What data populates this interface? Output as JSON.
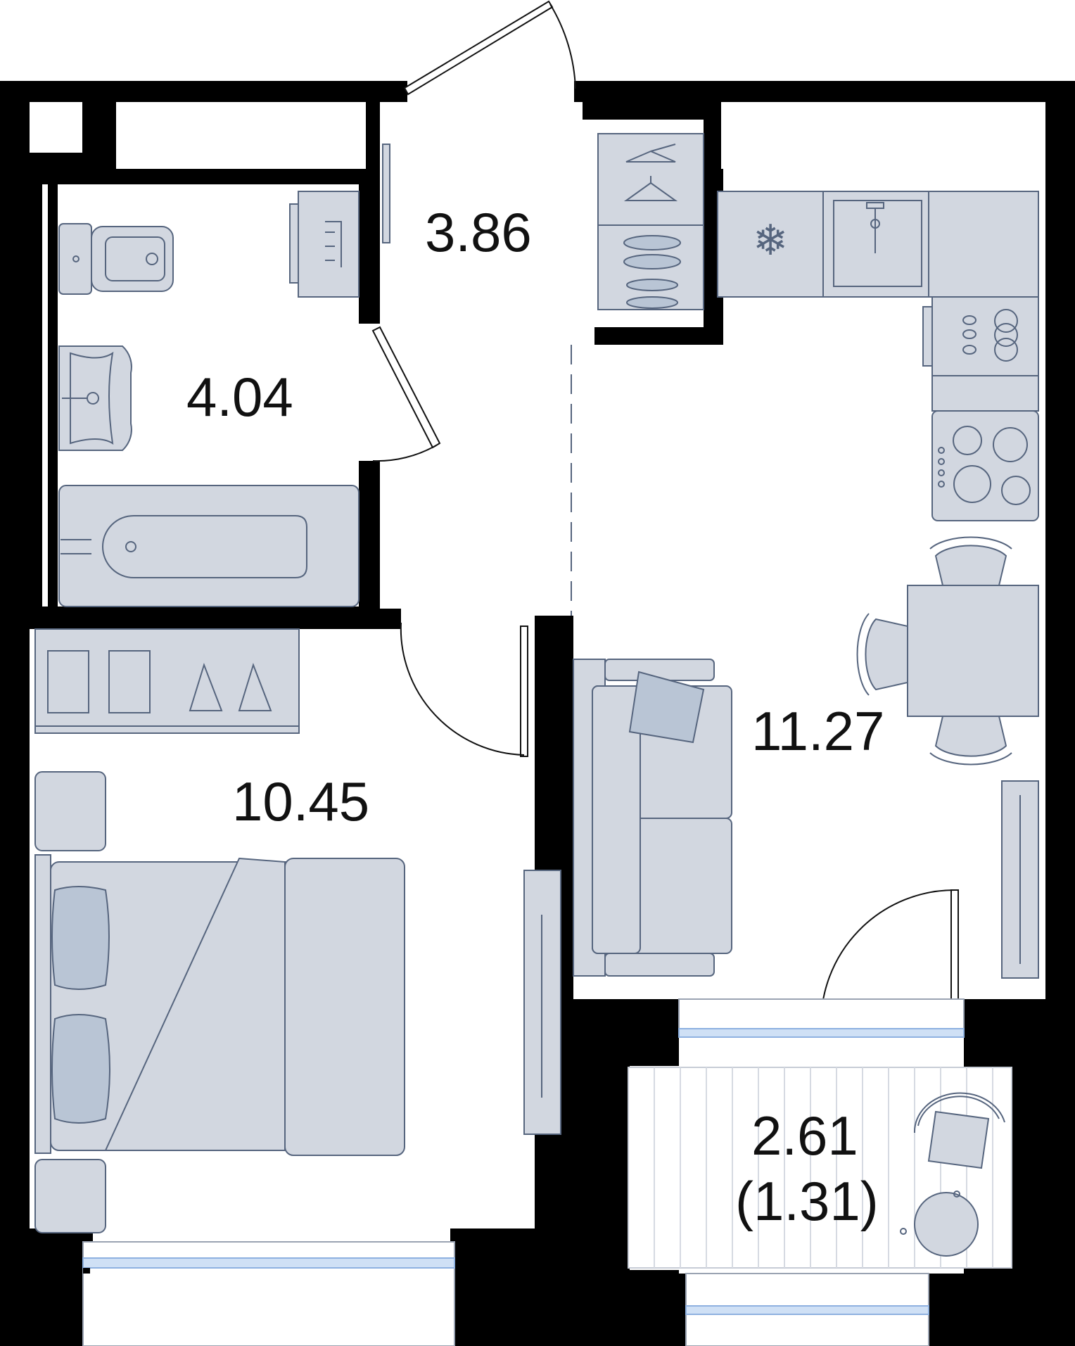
{
  "rooms": [
    {
      "id": "hallway",
      "area": "3.86"
    },
    {
      "id": "bathroom",
      "area": "4.04"
    },
    {
      "id": "bedroom",
      "area": "10.45"
    },
    {
      "id": "kitchen-living",
      "area": "11.27"
    },
    {
      "id": "balcony",
      "area": "2.61",
      "reduced_area": "(1.31)"
    }
  ],
  "colors": {
    "wall": "#000000",
    "furniture": "#d2d7e0",
    "furniture_accent": "#b9c5d5",
    "furniture_stroke": "#56657e",
    "glazing": "#cfe0f5"
  }
}
